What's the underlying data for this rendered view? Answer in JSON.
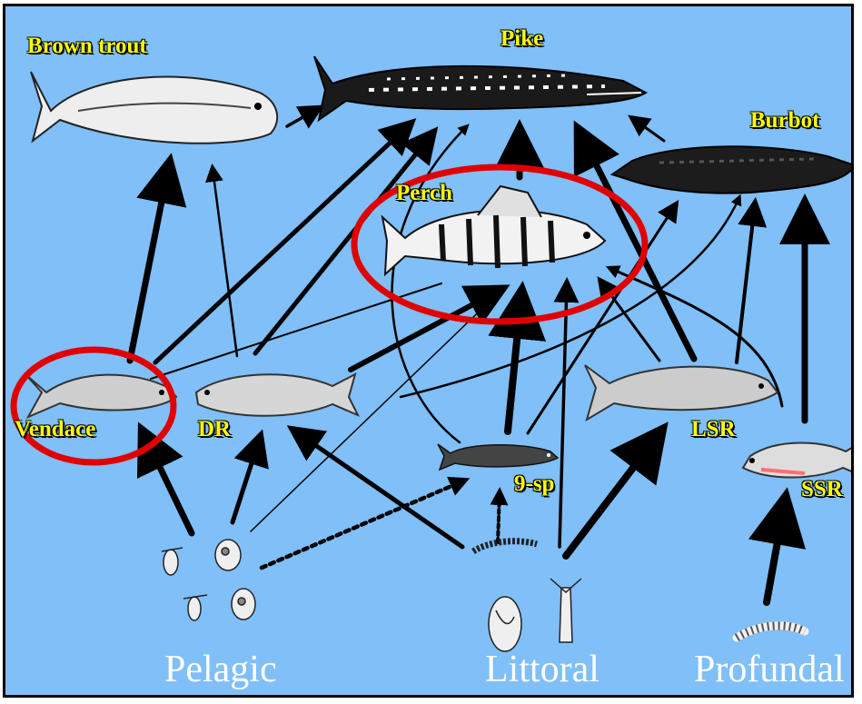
{
  "species": {
    "brown_trout": "Brown trout",
    "pike": "Pike",
    "burbot": "Burbot",
    "perch": "Perch",
    "vendace": "Vendace",
    "dr": "DR",
    "lsr": "LSR",
    "ssr": "SSR",
    "nine_sp": "9-sp"
  },
  "habitats": {
    "pelagic": "Pelagic",
    "littoral": "Littoral",
    "profundal": "Profundal"
  },
  "colors": {
    "background": "#80bff8",
    "label": "#ffff00",
    "highlight": "#e00000",
    "arrow": "#000000",
    "zone_text": "#ffffff"
  },
  "highlighted": [
    "Perch",
    "Vendace"
  ]
}
